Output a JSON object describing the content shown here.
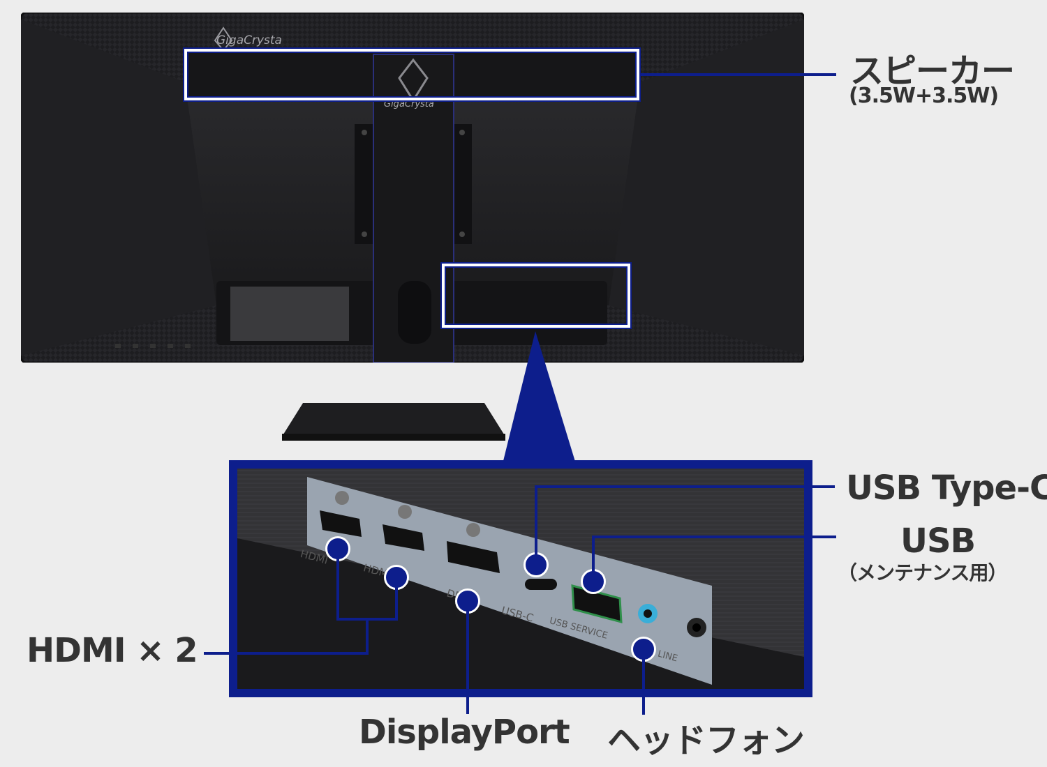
{
  "colors": {
    "accent": "#0d1e8c",
    "background": "#ededed",
    "monitor_body": "#1b1b1d",
    "port_plate": "#9aa4b0"
  },
  "brand": {
    "logo_text": "GigaCrysta",
    "stand_logo_text": "GigaCrysta"
  },
  "callouts": {
    "speaker": {
      "title": "スピーカー",
      "sub": "(3.5W+3.5W)"
    },
    "usb_type_c": {
      "title": "USB Type-C"
    },
    "usb": {
      "title": "USB",
      "sub": "（メンテナンス用）"
    },
    "hdmi": {
      "title": "HDMI × 2"
    },
    "displayport": {
      "title": "DisplayPort"
    },
    "headphone": {
      "title": "ヘッドフォン"
    }
  },
  "port_silkscreen": {
    "hdmi1": "HDMI",
    "hdmi2": "HDMI 2",
    "dp": "DP",
    "usbc": "USB-C",
    "usb_service": "USB SERVICE",
    "line": "LINE"
  }
}
